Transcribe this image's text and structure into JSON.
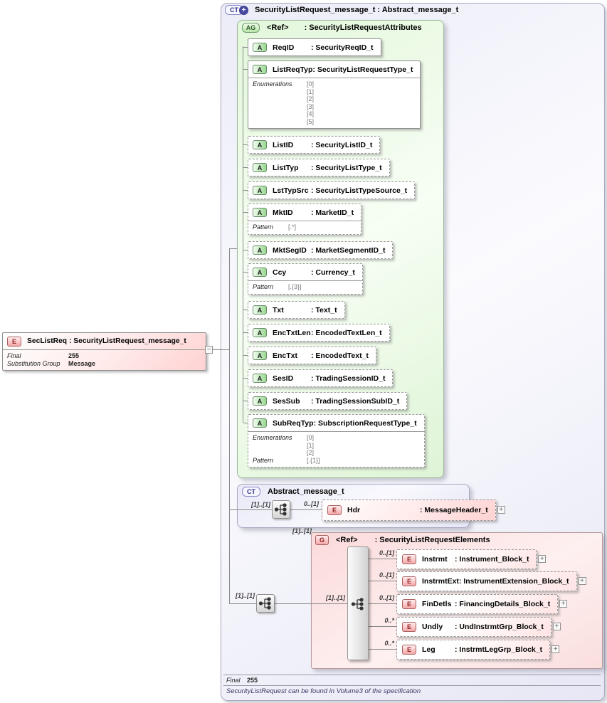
{
  "root": {
    "badge": "CT",
    "title": "SecurityListRequest_message_t : Abstract_message_t",
    "final_label": "Final",
    "final_value": "255",
    "note": "SecurityListRequest can be found in Volume3 of the specification"
  },
  "source_element": {
    "badge": "E",
    "title": "SecListReq : SecurityListRequest_message_t",
    "rows": [
      {
        "label": "Final",
        "value": "255"
      },
      {
        "label": "Substitution Group",
        "value": "Message"
      }
    ]
  },
  "attribute_group": {
    "badge": "AG",
    "name": "<Ref>",
    "type": ": SecurityListRequestAttributes",
    "enumerations_label": "Enumerations",
    "pattern_label": "Pattern",
    "attributes": [
      {
        "badge": "A",
        "name": "ReqID",
        "type": ": SecurityReqID_t"
      },
      {
        "badge": "A",
        "name": "ListReqTyp",
        "type": ": SecurityListRequestType_t",
        "enums": [
          "[0]",
          "[1]",
          "[2]",
          "[3]",
          "[4]",
          "[5]"
        ]
      },
      {
        "badge": "A",
        "name": "ListID",
        "type": ": SecurityListID_t"
      },
      {
        "badge": "A",
        "name": "ListTyp",
        "type": ": SecurityListType_t"
      },
      {
        "badge": "A",
        "name": "LstTypSrc",
        "type": ": SecurityListTypeSource_t"
      },
      {
        "badge": "A",
        "name": "MktID",
        "type": ": MarketID_t",
        "pattern": "[.*]"
      },
      {
        "badge": "A",
        "name": "MktSegID",
        "type": ": MarketSegmentID_t"
      },
      {
        "badge": "A",
        "name": "Ccy",
        "type": ": Currency_t",
        "pattern": "[.{3}]"
      },
      {
        "badge": "A",
        "name": "Txt",
        "type": ": Text_t"
      },
      {
        "badge": "A",
        "name": "EncTxtLen",
        "type": ": EncodedTextLen_t"
      },
      {
        "badge": "A",
        "name": "EncTxt",
        "type": ": EncodedText_t"
      },
      {
        "badge": "A",
        "name": "SesID",
        "type": ": TradingSessionID_t"
      },
      {
        "badge": "A",
        "name": "SesSub",
        "type": ": TradingSessionSubID_t"
      },
      {
        "badge": "A",
        "name": "SubReqTyp",
        "type": ": SubscriptionRequestType_t",
        "enums": [
          "[0]",
          "[1]",
          "[2]"
        ],
        "pattern": "[.{1}]"
      }
    ]
  },
  "abstract": {
    "badge": "CT",
    "title": "Abstract_message_t",
    "cardinality": "[1]..[1]",
    "hdr": {
      "badge": "E",
      "cardinality": "0..[1]",
      "name": "Hdr",
      "type": ": MessageHeader_t"
    }
  },
  "elements_group": {
    "badge": "G",
    "name": "<Ref>",
    "type": ": SecurityListRequestElements",
    "seq_cardinality": "[1]..[1]",
    "group_cardinality": "[1]..[1]",
    "inner_cardinality": "[1]..[1]",
    "items": [
      {
        "badge": "E",
        "cardinality": "0..[1]",
        "name": "Instrmt",
        "type": ": Instrument_Block_t"
      },
      {
        "badge": "E",
        "cardinality": "0..[1]",
        "name": "InstrmtExt",
        "type": ": InstrumentExtension_Block_t"
      },
      {
        "badge": "E",
        "cardinality": "0..[1]",
        "name": "FinDetls",
        "type": ": FinancingDetails_Block_t"
      },
      {
        "badge": "E",
        "cardinality": "0..*",
        "name": "Undly",
        "type": ": UndInstrmtGrp_Block_t"
      },
      {
        "badge": "E",
        "cardinality": "0..*",
        "name": "Leg",
        "type": ": InstrmtLegGrp_Block_t"
      }
    ]
  },
  "icons": {
    "expand": "+",
    "collapse": "−",
    "ct_plus": "+"
  }
}
